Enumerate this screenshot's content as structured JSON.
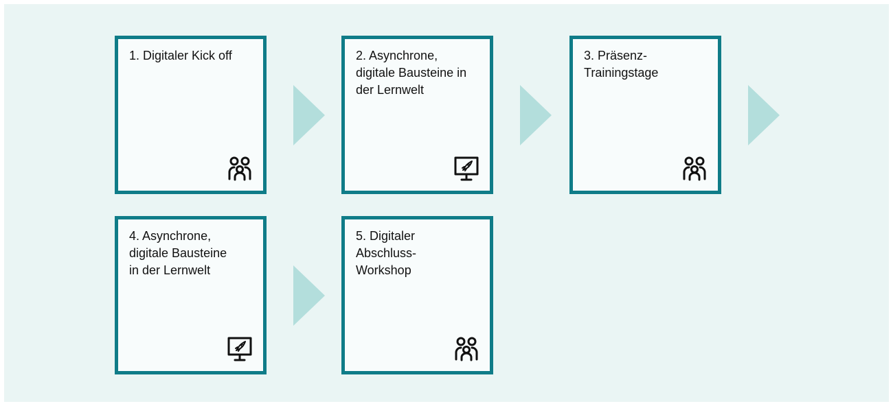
{
  "colors": {
    "background": "#eaf5f4",
    "card_border": "#0f7c88",
    "arrow": "#b3dedc",
    "icon": "#111111"
  },
  "steps": [
    {
      "label": "1. Digitaler Kick off",
      "icon": "people-icon"
    },
    {
      "label": "2. Asynchrone,\ndigitale Bausteine in\nder Lernwelt",
      "icon": "monitor-rocket-icon"
    },
    {
      "label": "3. Präsenz-\nTrainingstage",
      "icon": "people-icon"
    },
    {
      "label": "4. Asynchrone,\ndigitale Bausteine\nin der Lernwelt",
      "icon": "monitor-rocket-icon"
    },
    {
      "label": "5. Digitaler\nAbschluss-\nWorkshop",
      "icon": "people-icon"
    }
  ],
  "arrows": [
    "arrow-right",
    "arrow-right",
    "arrow-right",
    "arrow-right"
  ]
}
